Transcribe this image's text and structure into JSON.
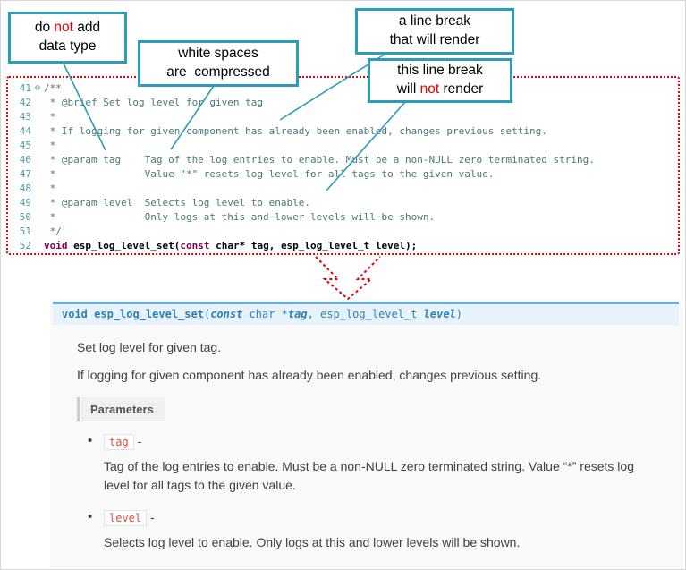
{
  "colors": {
    "accent": "#2b9db8",
    "red": "#e60000",
    "comment": "#4a7a72",
    "keyword": "#7f0055",
    "line_number": "#4d96a8",
    "sig_blue": "#2980b9",
    "sig_bg": "#e7f2fa",
    "sig_border": "#6ab0de",
    "code_literal": "#e74c3c"
  },
  "callouts": [
    {
      "name": "no-datatype",
      "segments": [
        {
          "t": "do "
        },
        {
          "t": "not",
          "cls": "red"
        },
        {
          "t": " add"
        },
        {
          "br": true
        },
        {
          "t": "data type"
        }
      ]
    },
    {
      "name": "whitespace-compressed",
      "segments": [
        {
          "t": "white spaces"
        },
        {
          "br": true
        },
        {
          "t": "are  compressed"
        }
      ]
    },
    {
      "name": "line-break-renders",
      "segments": [
        {
          "t": "a line break"
        },
        {
          "br": true
        },
        {
          "t": "that will render"
        }
      ]
    },
    {
      "name": "line-break-not-render",
      "segments": [
        {
          "t": "this line break"
        },
        {
          "br": true
        },
        {
          "t": "will "
        },
        {
          "t": "not",
          "cls": "red"
        },
        {
          "t": " render"
        }
      ]
    }
  ],
  "editor": {
    "lines": [
      {
        "num": "41",
        "fold": "⊖",
        "cls": "comment",
        "text": "/**"
      },
      {
        "num": "42",
        "cls": "comment",
        "text": " * @brief Set log level for given tag"
      },
      {
        "num": "43",
        "cls": "comment",
        "text": " *"
      },
      {
        "num": "44",
        "cls": "comment",
        "text": " * If logging for given component has already been enabled, changes previous setting."
      },
      {
        "num": "45",
        "cls": "comment",
        "text": " *"
      },
      {
        "num": "46",
        "cls": "comment",
        "text": " * @param tag    Tag of the log entries to enable. Must be a non-NULL zero terminated string."
      },
      {
        "num": "47",
        "cls": "comment",
        "text": " *               Value \"*\" resets log level for all tags to the given value."
      },
      {
        "num": "48",
        "cls": "comment",
        "text": " *"
      },
      {
        "num": "49",
        "cls": "comment",
        "text": " * @param level  Selects log level to enable."
      },
      {
        "num": "50",
        "cls": "comment",
        "text": " *               Only logs at this and lower levels will be shown."
      },
      {
        "num": "51",
        "cls": "comment",
        "text": " */"
      },
      {
        "num": "52",
        "cls": "stmt",
        "segments": [
          {
            "t": "void",
            "cls": "kw"
          },
          {
            "t": " esp_log_level_set("
          },
          {
            "t": "const",
            "cls": "kw"
          },
          {
            "t": " char* tag, esp_log_level_t level);"
          }
        ]
      }
    ]
  },
  "signature": {
    "segments": [
      {
        "t": "void",
        "cls": "s-kw"
      },
      {
        "t": " "
      },
      {
        "t": "esp_log_level_set",
        "cls": "s-name"
      },
      {
        "t": "("
      },
      {
        "t": "const",
        "cls": "s-kwi"
      },
      {
        "t": " char *"
      },
      {
        "t": "tag",
        "cls": "s-param"
      },
      {
        "t": ", esp_log_level_t "
      },
      {
        "t": "level",
        "cls": "s-param"
      },
      {
        "t": ")"
      }
    ]
  },
  "doc": {
    "brief": "Set log level for given tag.",
    "detail": "If logging for given component has already been enabled, changes previous setting."
  },
  "parameters": {
    "label": "Parameters",
    "items": [
      {
        "name": "tag",
        "dash": " -",
        "desc": "Tag of the log entries to enable. Must be a non-NULL zero terminated string. Value “*” resets log level for all tags to the given value."
      },
      {
        "name": "level",
        "dash": " -",
        "desc": "Selects log level to enable. Only logs at this and lower levels will be shown."
      }
    ]
  }
}
